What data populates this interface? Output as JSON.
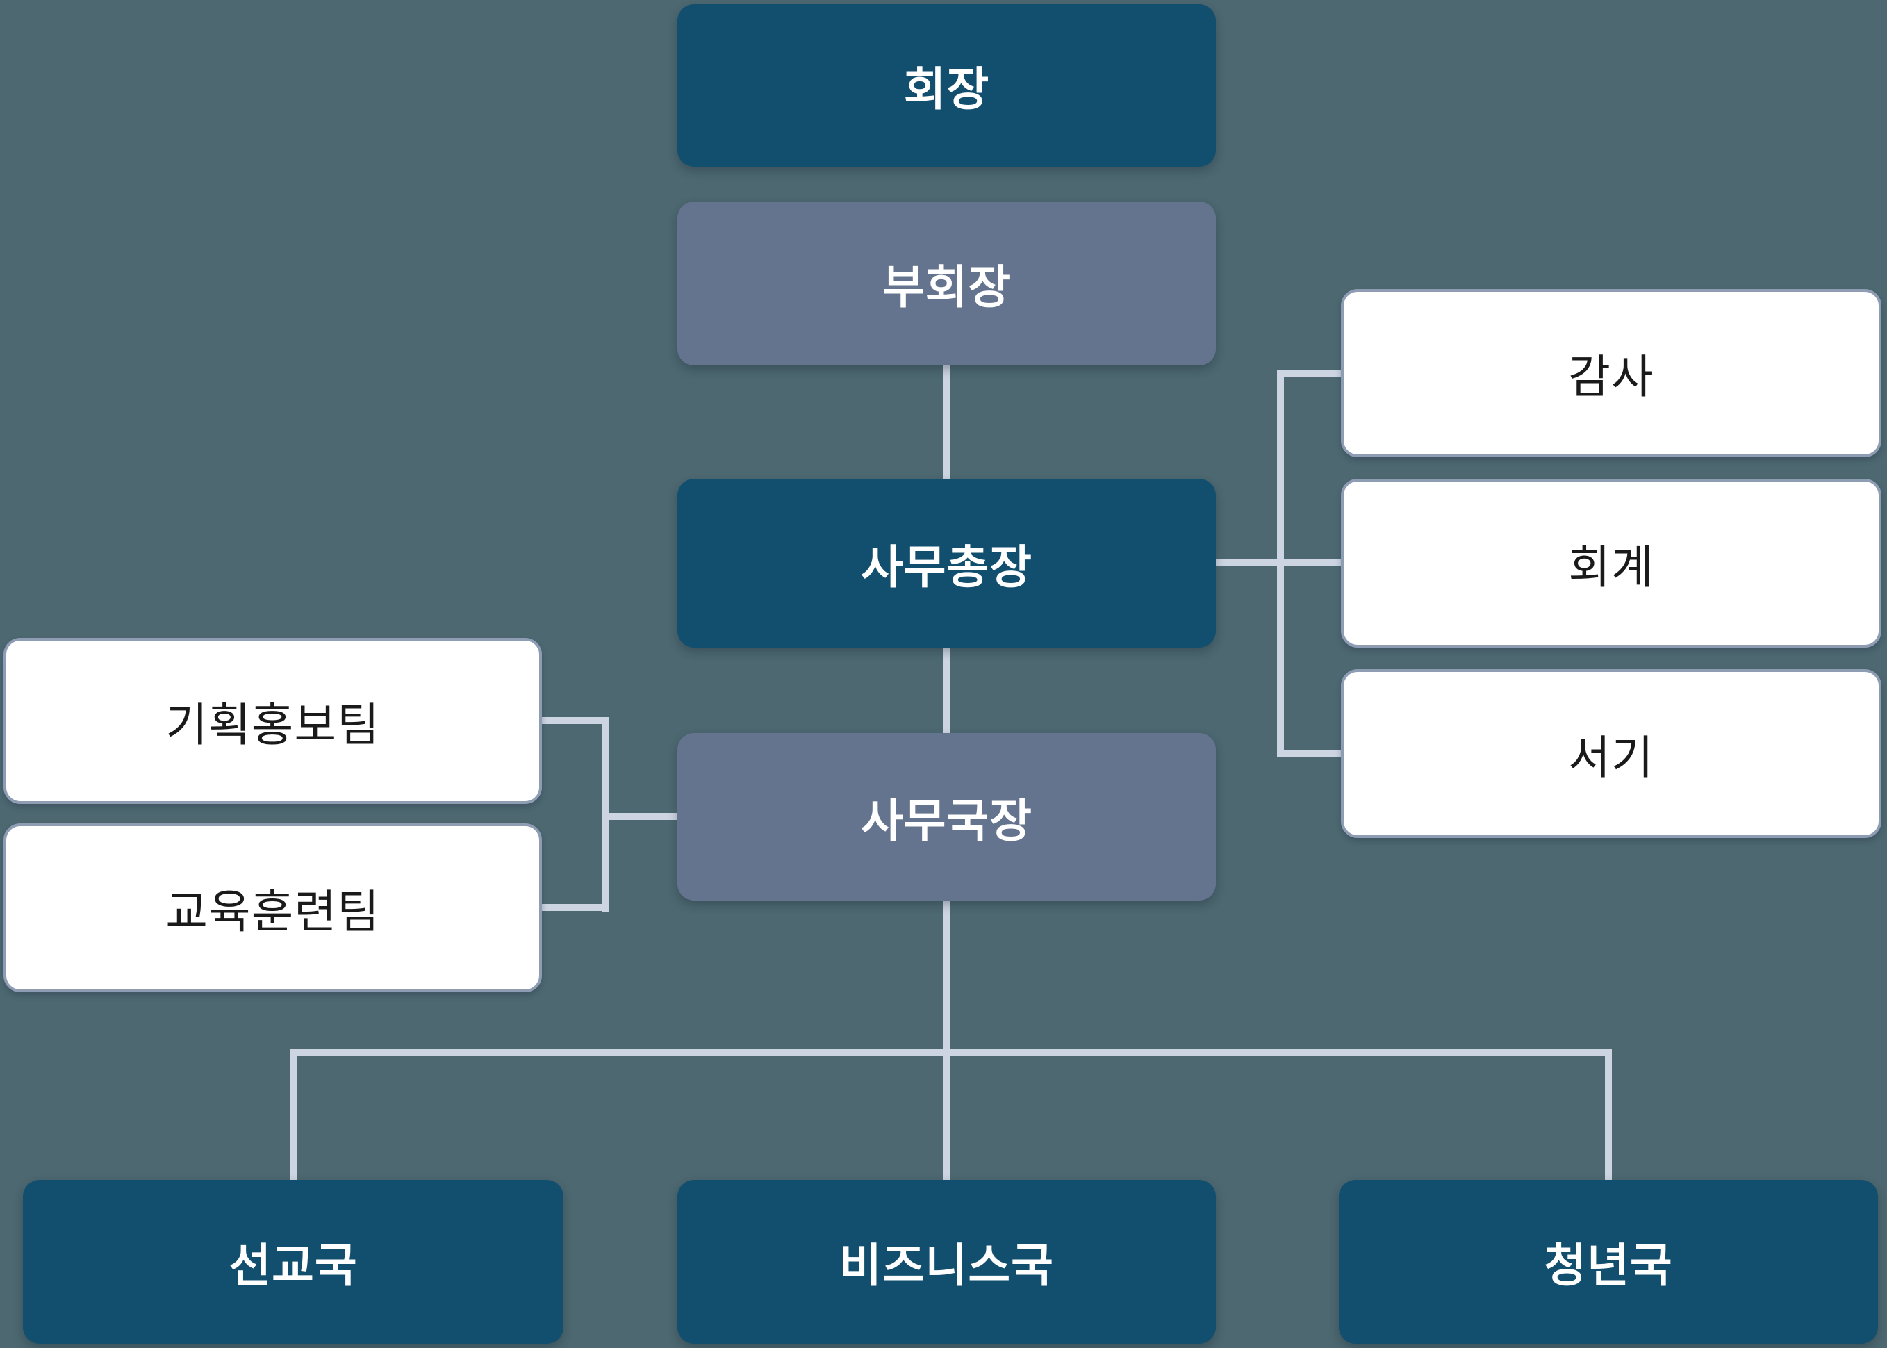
{
  "diagram": {
    "type": "organization-chart",
    "background_color": "#4D6871",
    "colors": {
      "primary_box": "#124F6E",
      "secondary_box": "#65748E",
      "white_box": "#FFFFFF",
      "white_box_border": "#8E9CB4",
      "connector": "#CCD5E1",
      "text_on_color": "#FFFFFF",
      "text_on_white": "#1A1A1A"
    },
    "nodes": {
      "chairman": {
        "label": "회장"
      },
      "vice_chairman": {
        "label": "부회장"
      },
      "secretary_general": {
        "label": "사무총장"
      },
      "audit": {
        "label": "감사"
      },
      "accounting": {
        "label": "회계"
      },
      "clerk": {
        "label": "서기"
      },
      "office_director": {
        "label": "사무국장"
      },
      "planning_pr_team": {
        "label": "기획홍보팀"
      },
      "education_training_team": {
        "label": "교육훈련팀"
      },
      "mission_dept": {
        "label": "선교국"
      },
      "business_dept": {
        "label": "비즈니스국"
      },
      "youth_dept": {
        "label": "청년국"
      }
    }
  }
}
